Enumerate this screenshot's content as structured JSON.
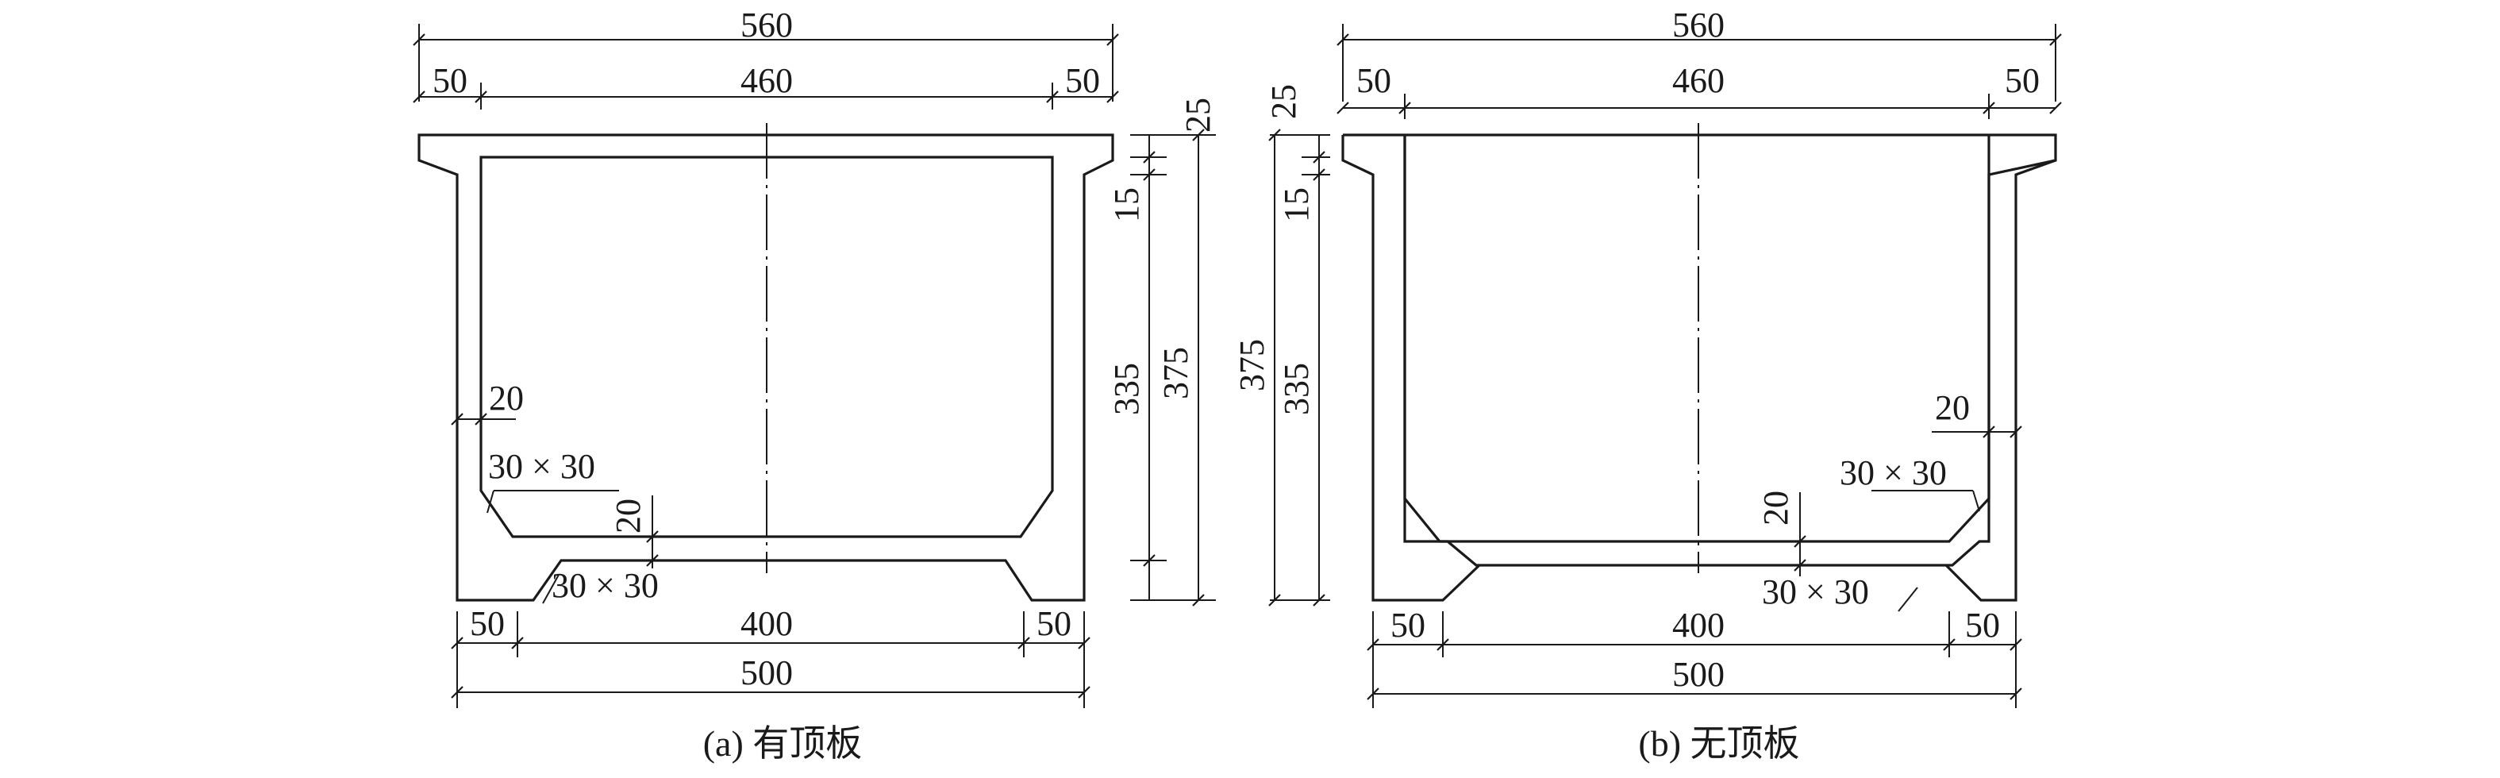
{
  "figure_a": {
    "caption": "(a) 有顶板",
    "dims": {
      "overall_width": "560",
      "flange_left": "50",
      "inner_top": "460",
      "flange_right": "50",
      "top_thickness": "25",
      "step": "15",
      "inner_height": "335",
      "total_height": "375",
      "wall_thickness": "20",
      "haunch_inner": "30 × 30",
      "bottom_thickness": "20",
      "haunch_bottom": "30 × 30",
      "base_left": "50",
      "base_mid": "400",
      "base_right": "50",
      "base_width": "500"
    }
  },
  "figure_b": {
    "caption": "(b) 无顶板",
    "dims": {
      "overall_width": "560",
      "flange_left": "50",
      "inner_top": "460",
      "flange_right": "50",
      "top_thickness": "25",
      "step": "15",
      "total_height": "375",
      "inner_height": "335",
      "wall_thickness": "20",
      "haunch_inner": "30 × 30",
      "bottom_thickness": "20",
      "haunch_bottom": "30 × 30",
      "base_left": "50",
      "base_mid": "400",
      "base_right": "50",
      "base_width": "500"
    }
  }
}
